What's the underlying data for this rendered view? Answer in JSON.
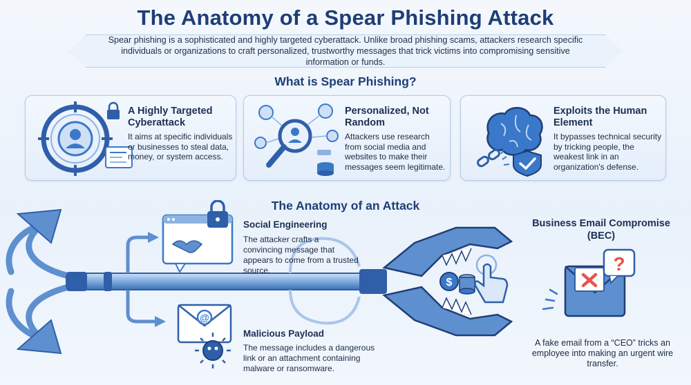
{
  "title": "The Anatomy of a Spear Phishing Attack",
  "intro": "Spear phishing is a sophisticated and highly targeted cyberattack. Unlike broad phishing scams, attackers research specific individuals or organizations to craft personalized, trustworthy messages that trick victims into compromising sensitive information or funds.",
  "what_section": {
    "title": "What is Spear Phishing?",
    "cards": [
      {
        "title": "A Highly Targeted Cyberattack",
        "text": "It aims at specific individuals or businesses to steal data, money, or system access.",
        "icon": "target-crosshair-icon"
      },
      {
        "title": "Personalized, Not Random",
        "text": "Attackers use research from social media and websites to make their messages seem legitimate.",
        "icon": "magnifier-network-icon"
      },
      {
        "title": "Exploits the Human Element",
        "text": "It bypasses technical security by tricking people, the weakest link in an organization's defense.",
        "icon": "brain-shield-icon"
      }
    ]
  },
  "anatomy_section": {
    "title": "The Anatomy of an Attack",
    "social": {
      "title": "Social Engineering",
      "text": "The attacker crafts a convincing message that appears to come from a trusted source.",
      "icon": "handshake-message-icon"
    },
    "payload": {
      "title": "Malicious Payload",
      "text": "The message includes a dangerous link or an attachment containing malware or ransomware.",
      "icon": "email-virus-icon"
    },
    "bec": {
      "title": "Business Email Compromise (BEC)",
      "text": "A fake email from a “CEO” tricks an employee into making an urgent wire transfer.",
      "icon": "email-question-icon"
    }
  },
  "colors": {
    "primary": "#1f3e76",
    "accent": "#3a78c9",
    "light": "#dbe8f7",
    "alert": "#e8524a",
    "warning": "#e09a3c"
  }
}
